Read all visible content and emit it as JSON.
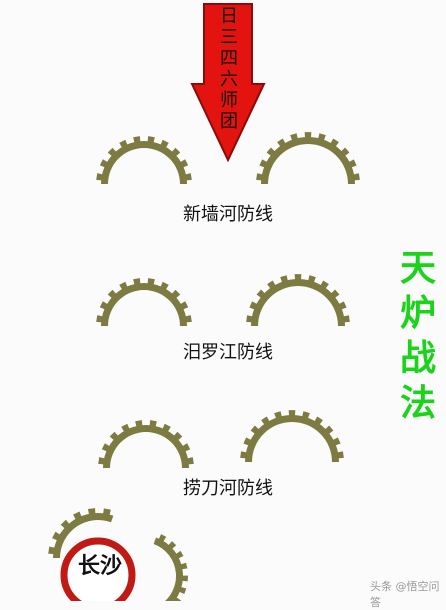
{
  "colors": {
    "arrow": "#e3140f",
    "arrow_outline": "#8a0c08",
    "wall": "#7d7a42",
    "side_title": "#1ad31a",
    "city_ring": "#c01a14"
  },
  "arrow": {
    "unit_chars": [
      "日",
      "三",
      "四",
      "六",
      "师",
      "团"
    ]
  },
  "defense_lines": [
    {
      "label": "新墙河防线"
    },
    {
      "label": "汨罗江防线"
    },
    {
      "label": "捞刀河防线"
    }
  ],
  "side_title_chars": [
    "天",
    "炉",
    "战",
    "法"
  ],
  "city": {
    "label": "长沙"
  },
  "watermark": {
    "text": "头条 @悟空问答"
  }
}
